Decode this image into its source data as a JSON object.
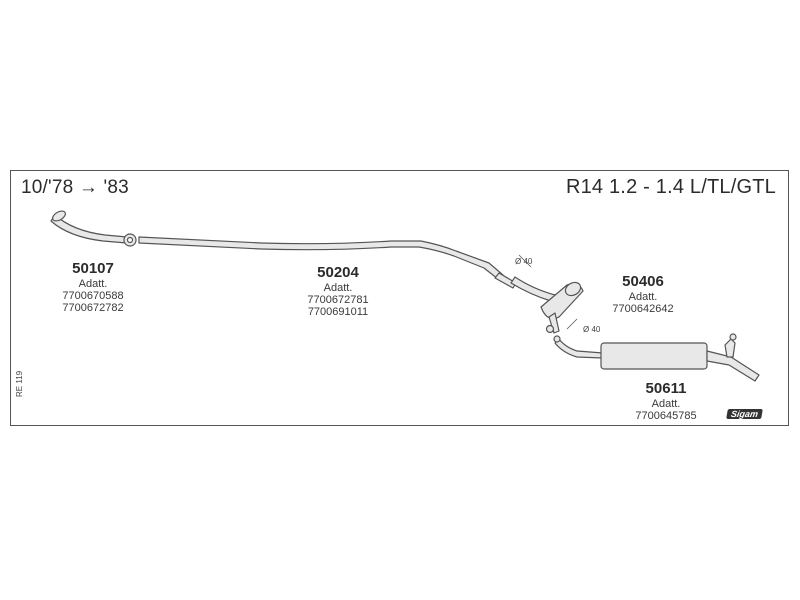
{
  "header": {
    "date_range": "10/'78 → '83",
    "model": "R14 1.2 - 1.4 L/TL/GTL"
  },
  "parts": [
    {
      "number": "50107",
      "label": "Adatt.",
      "oem": [
        "7700670588",
        "7700672782"
      ]
    },
    {
      "number": "50204",
      "label": "Adatt.",
      "oem": [
        "7700672781",
        "7700691011"
      ]
    },
    {
      "number": "50406",
      "label": "Adatt.",
      "oem": [
        "7700642642"
      ]
    },
    {
      "number": "50611",
      "label": "Adatt.",
      "oem": [
        "7700645785"
      ]
    }
  ],
  "diameters": [
    "Ø 40",
    "Ø 40"
  ],
  "ref_code": "RE 119",
  "brand": "Sigam",
  "colors": {
    "line": "#555555",
    "fill": "#e6e6e6",
    "text": "#2a2a2a"
  }
}
